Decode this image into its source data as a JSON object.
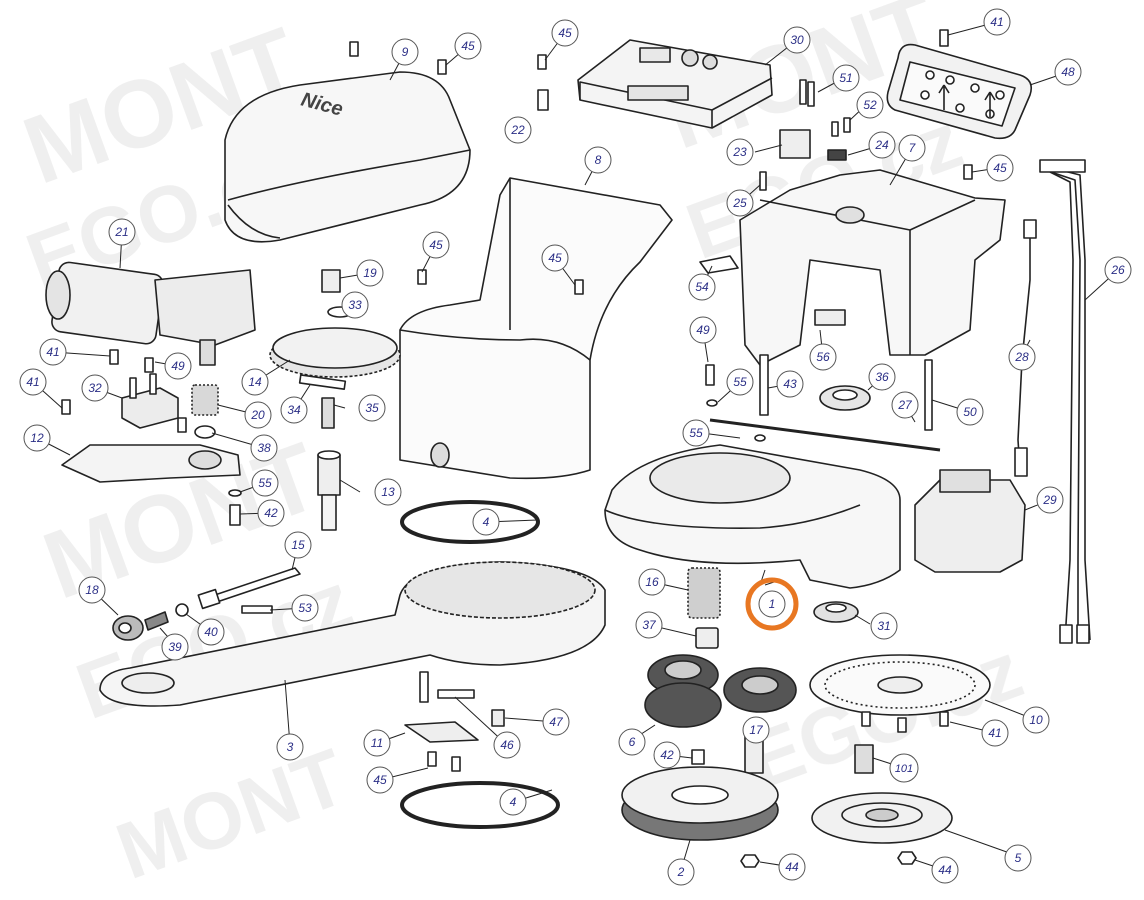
{
  "brand_logo": "Nice",
  "watermark": [
    "MONT",
    "EGO.cz"
  ],
  "highlight_color": "#e87722",
  "callout_color": "#2b2f86",
  "highlighted_part": "1",
  "callouts": [
    {
      "id": "c-9",
      "n": "9"
    },
    {
      "id": "c-45a",
      "n": "45"
    },
    {
      "id": "c-45b",
      "n": "45"
    },
    {
      "id": "c-22",
      "n": "22"
    },
    {
      "id": "c-30",
      "n": "30"
    },
    {
      "id": "c-41a",
      "n": "41"
    },
    {
      "id": "c-48",
      "n": "48"
    },
    {
      "id": "c-51",
      "n": "51"
    },
    {
      "id": "c-52",
      "n": "52"
    },
    {
      "id": "c-23",
      "n": "23"
    },
    {
      "id": "c-24",
      "n": "24"
    },
    {
      "id": "c-7",
      "n": "7"
    },
    {
      "id": "c-45c",
      "n": "45"
    },
    {
      "id": "c-8",
      "n": "8"
    },
    {
      "id": "c-25",
      "n": "25"
    },
    {
      "id": "c-21",
      "n": "21"
    },
    {
      "id": "c-45d",
      "n": "45"
    },
    {
      "id": "c-45e",
      "n": "45"
    },
    {
      "id": "c-19",
      "n": "19"
    },
    {
      "id": "c-33",
      "n": "33"
    },
    {
      "id": "c-26",
      "n": "26"
    },
    {
      "id": "c-54",
      "n": "54"
    },
    {
      "id": "c-28",
      "n": "28"
    },
    {
      "id": "c-41b",
      "n": "41"
    },
    {
      "id": "c-49a",
      "n": "49"
    },
    {
      "id": "c-49b",
      "n": "49"
    },
    {
      "id": "c-56",
      "n": "56"
    },
    {
      "id": "c-41c",
      "n": "41"
    },
    {
      "id": "c-32",
      "n": "32"
    },
    {
      "id": "c-14",
      "n": "14"
    },
    {
      "id": "c-55a",
      "n": "55"
    },
    {
      "id": "c-43",
      "n": "43"
    },
    {
      "id": "c-36",
      "n": "36"
    },
    {
      "id": "c-20",
      "n": "20"
    },
    {
      "id": "c-34",
      "n": "34"
    },
    {
      "id": "c-35",
      "n": "35"
    },
    {
      "id": "c-27",
      "n": "27"
    },
    {
      "id": "c-50",
      "n": "50"
    },
    {
      "id": "c-12",
      "n": "12"
    },
    {
      "id": "c-38",
      "n": "38"
    },
    {
      "id": "c-55b",
      "n": "55"
    },
    {
      "id": "c-13",
      "n": "13"
    },
    {
      "id": "c-55c",
      "n": "55"
    },
    {
      "id": "c-29",
      "n": "29"
    },
    {
      "id": "c-42a",
      "n": "42"
    },
    {
      "id": "c-4a",
      "n": "4"
    },
    {
      "id": "c-15",
      "n": "15"
    },
    {
      "id": "c-18",
      "n": "18"
    },
    {
      "id": "c-16",
      "n": "16"
    },
    {
      "id": "c-1",
      "n": "1"
    },
    {
      "id": "c-53",
      "n": "53"
    },
    {
      "id": "c-31",
      "n": "31"
    },
    {
      "id": "c-40",
      "n": "40"
    },
    {
      "id": "c-37",
      "n": "37"
    },
    {
      "id": "c-39",
      "n": "39"
    },
    {
      "id": "c-10",
      "n": "10"
    },
    {
      "id": "c-47",
      "n": "47"
    },
    {
      "id": "c-41d",
      "n": "41"
    },
    {
      "id": "c-3",
      "n": "3"
    },
    {
      "id": "c-11",
      "n": "11"
    },
    {
      "id": "c-46",
      "n": "46"
    },
    {
      "id": "c-6",
      "n": "6"
    },
    {
      "id": "c-17",
      "n": "17"
    },
    {
      "id": "c-42b",
      "n": "42"
    },
    {
      "id": "c-101",
      "n": "101"
    },
    {
      "id": "c-45f",
      "n": "45"
    },
    {
      "id": "c-4b",
      "n": "4"
    },
    {
      "id": "c-5",
      "n": "5"
    },
    {
      "id": "c-2",
      "n": "2"
    },
    {
      "id": "c-44a",
      "n": "44"
    },
    {
      "id": "c-44b",
      "n": "44"
    }
  ]
}
